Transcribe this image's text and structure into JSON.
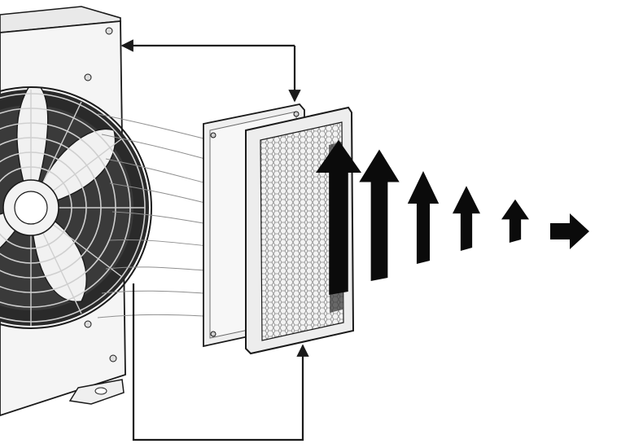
{
  "scene": {
    "background": "#ffffff",
    "colors": {
      "line": "#1a1a1a",
      "housing": "#f4f4f4",
      "housing_shade": "#e6e6e6",
      "fan_dark": "#2a2a2a",
      "fan_blade": "#f2f2f2",
      "filter_frame": "#ededed",
      "filter_panel": "#f7f7f7",
      "mesh": "#bdbdbd",
      "arrow": "#0b0b0b"
    },
    "components": [
      {
        "id": "outdoor-unit",
        "icon": "air-conditioner-outdoor-unit"
      },
      {
        "id": "fan",
        "icon": "fan-icon"
      },
      {
        "id": "fan-guard",
        "icon": "grille-icon"
      },
      {
        "id": "mounting-foot",
        "icon": "bracket-icon"
      },
      {
        "id": "back-panel",
        "icon": "panel-icon"
      },
      {
        "id": "mesh-filter",
        "icon": "filter-mesh-icon"
      }
    ],
    "flow": {
      "airflow_streamlines": 9,
      "upward_arrows": 5,
      "direction_final": "right",
      "upward_arrow_scale": [
        1.0,
        0.85,
        0.6,
        0.42,
        0.28
      ]
    },
    "connectors": [
      {
        "id": "top-loop",
        "from": "outdoor-unit",
        "to": "back-panel",
        "arrowheads": "both"
      },
      {
        "id": "bottom-loop",
        "from": "outdoor-unit",
        "to": "mesh-filter",
        "arrowheads": "end"
      }
    ]
  }
}
